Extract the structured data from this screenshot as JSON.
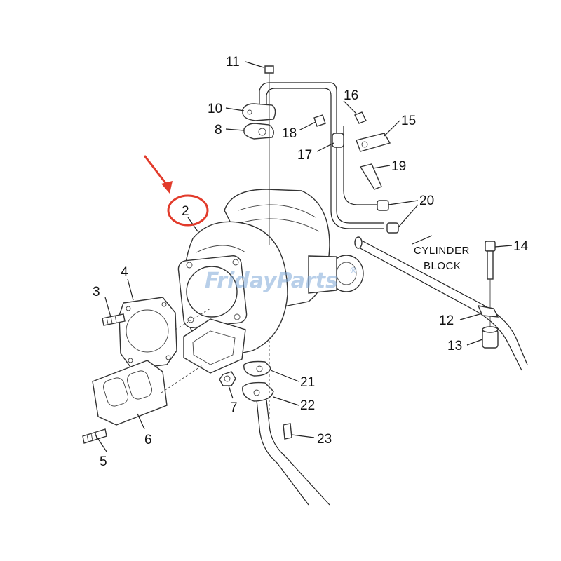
{
  "diagram": {
    "callouts": [
      "2",
      "3",
      "4",
      "5",
      "6",
      "7",
      "8",
      "10",
      "11",
      "12",
      "13",
      "14",
      "15",
      "16",
      "17",
      "18",
      "19",
      "20",
      "21",
      "22",
      "23"
    ],
    "note": [
      "CYLINDER",
      "BLOCK"
    ],
    "watermark": "FridayParts",
    "watermark_mark": "®",
    "highlight_color": "#e23b2b"
  }
}
